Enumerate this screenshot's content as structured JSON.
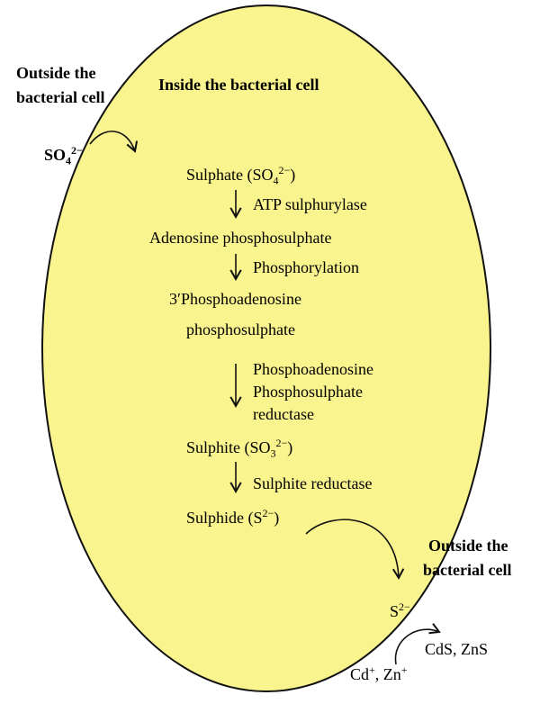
{
  "colors": {
    "cell_fill": "#FAF48E",
    "cell_stroke": "#111111"
  },
  "labels": {
    "outside_top_1": "Outside the",
    "outside_top_2": "bacterial cell",
    "inside": "Inside the bacterial cell",
    "outside_right_1": "Outside the",
    "outside_right_2": "bacterial cell"
  },
  "ion": {
    "so4_base": "SO",
    "so4_sub": "4",
    "so4_sup": "2−"
  },
  "pathway": {
    "sulphate_pre": "Sulphate (SO",
    "sulphate_sub": "4",
    "sulphate_sup": "2−",
    "sulphate_post": ")",
    "enzyme1": "ATP sulphurylase",
    "adenosine": "Adenosine phosphosulphate",
    "enzyme2": "Phosphorylation",
    "paps_prime": "3′",
    "paps_1": "Phosphoadenosine",
    "paps_2": "phosphosulphate",
    "enzyme3_1": "Phosphoadenosine",
    "enzyme3_2": "Phosphosulphate",
    "enzyme3_3": "reductase",
    "sulphite_pre": "Sulphite (SO",
    "sulphite_sub": "3",
    "sulphite_sup": "2−",
    "sulphite_post": ")",
    "enzyme4": "Sulphite reductase",
    "sulphide_pre": "Sulphide (S",
    "sulphide_sup": "2−",
    "sulphide_post": ")"
  },
  "products": {
    "s_base": "S",
    "s_sup": "2−",
    "cd_base": "Cd",
    "cd_sup": "+",
    "zn_base": ", Zn",
    "zn_sup": "+",
    "cds_zns": "CdS, ZnS"
  }
}
